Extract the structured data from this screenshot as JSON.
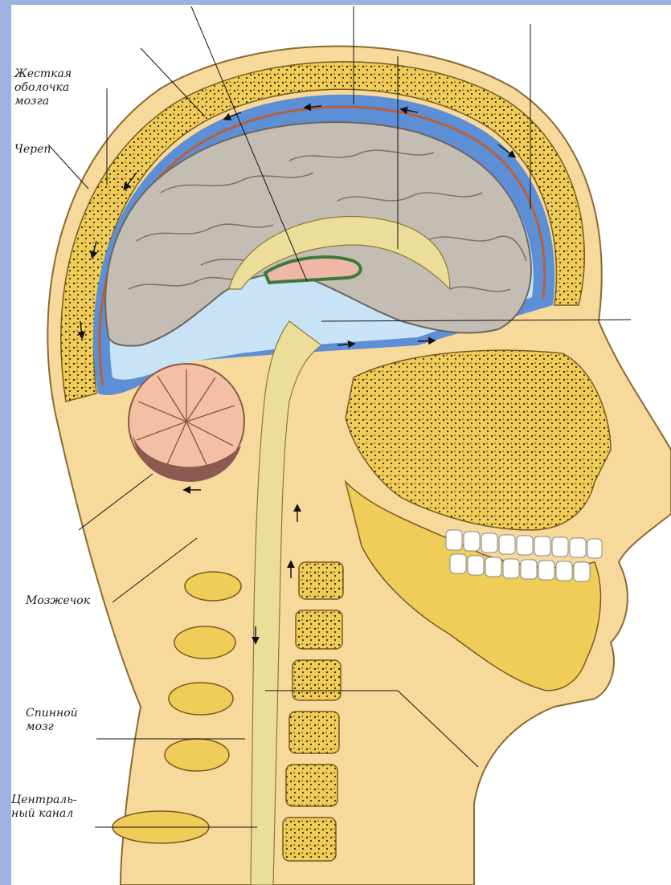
{
  "labels": {
    "dura": "Жесткая\nоболочка\nмозга",
    "skull": "Череп",
    "cerebellum": "Мозжечок",
    "spinal_cord": "Спинной\nмозг",
    "central_canal": "Централь-\nный канал"
  },
  "colors": {
    "frame": "#9bb3de",
    "skin": "#f7d99c",
    "bone": "#f0cd58",
    "bone_dots": "#3a2a10",
    "csf": "#5d8fd6",
    "csf_light": "#c9e3f6",
    "brain": "#c4bdb4",
    "cerebellum": "#f4c0a5",
    "dura": "#b8603c",
    "teeth": "#ffffff"
  }
}
